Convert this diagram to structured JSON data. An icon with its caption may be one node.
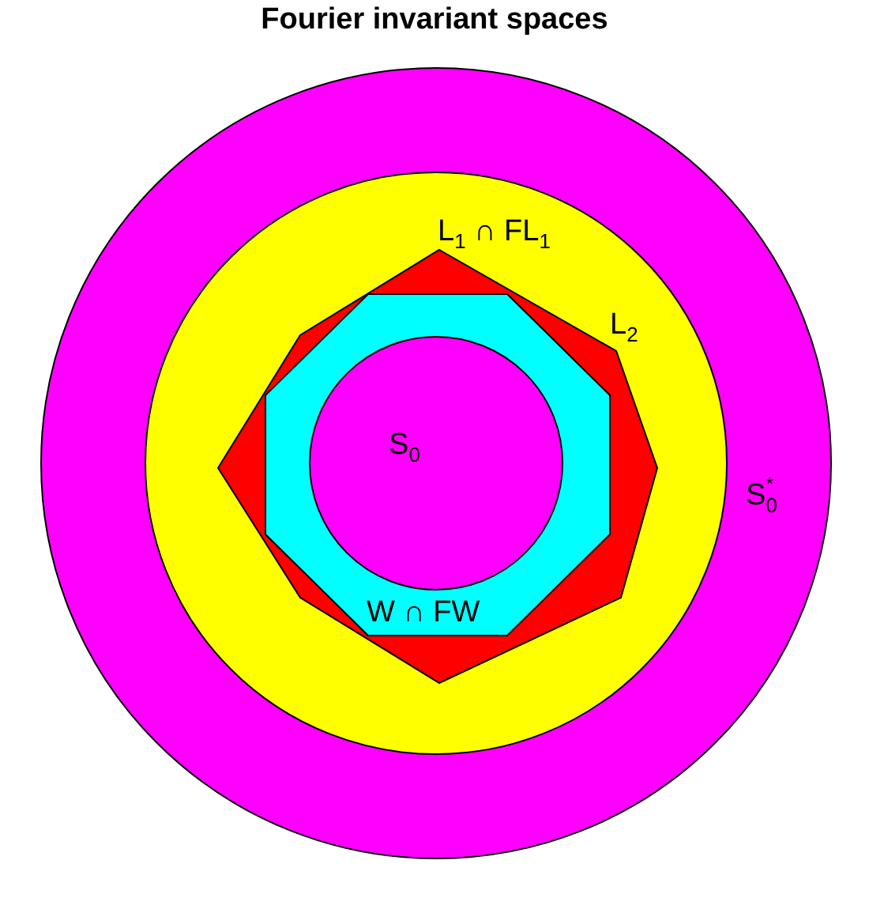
{
  "diagram": {
    "title": "Fourier invariant spaces",
    "nodes": [
      {
        "text": [
          "S$_{0}$$^{*}$"
        ]
      },
      {
        "text": [
          "L$_{2}$"
        ],
        "in": 0
      },
      {
        "text": [
          "L$_{1}$ ∩ FL$_{1}$"
        ],
        "in": 1
      },
      {
        "text": [
          "W ∩ FW"
        ],
        "in": 2
      },
      {
        "text": [
          "S$_{0}$"
        ],
        "in": 3
      }
    ]
  }
}
